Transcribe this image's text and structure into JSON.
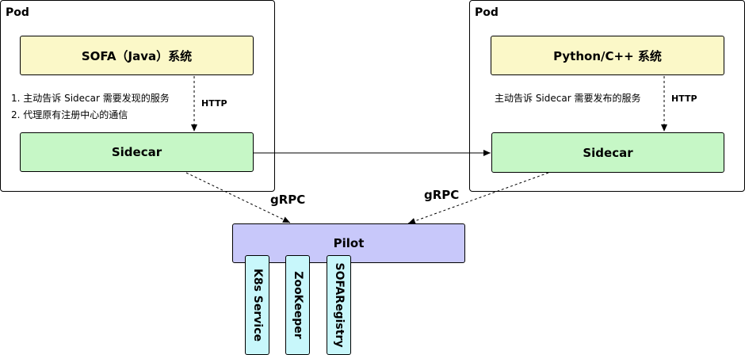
{
  "pods": {
    "left": {
      "label": "Pod"
    },
    "right": {
      "label": "Pod"
    }
  },
  "left_pod": {
    "app_label": "SOFA（Java）系统",
    "sidecar_label": "Sidecar",
    "notes": [
      "1. 主动告诉 Sidecar 需要发现的服务",
      "2. 代理原有注册中心的通信"
    ],
    "http_label": "HTTP"
  },
  "right_pod": {
    "app_label": "Python/C++ 系统",
    "sidecar_label": "Sidecar",
    "note": "主动告诉 Sidecar 需要发布的服务",
    "http_label": "HTTP"
  },
  "grpc_labels": {
    "left": "gRPC",
    "right": "gRPC"
  },
  "pilot": {
    "label": "Pilot",
    "registries": [
      "K8s Service",
      "ZooKeeper",
      "SOFARegistry"
    ]
  },
  "colors": {
    "app_box": "#fbf8c8",
    "sidecar_box": "#c6f7c6",
    "pilot_box": "#c8c8fa",
    "registry_box": "#c8f7fb"
  }
}
